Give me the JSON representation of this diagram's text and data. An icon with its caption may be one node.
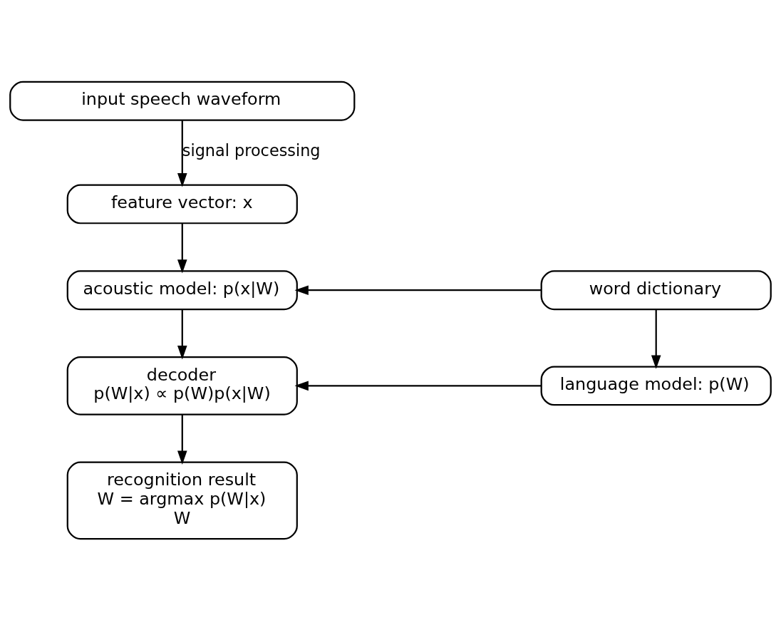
{
  "diagram": {
    "nodes": [
      {
        "text": [
          "input speech waveform"
        ]
      },
      {
        "text": [
          "feature vector: x"
        ]
      },
      {
        "text": [
          "acoustic model: p(x|W)"
        ]
      },
      {
        "text": [
          "word dictionary"
        ]
      },
      {
        "text": [
          "decoder",
          "p(W|x) ∝ p(W)p(x|W)"
        ]
      },
      {
        "text": [
          "language model: p(W)"
        ]
      },
      {
        "text": [
          "recognition result",
          "W = argmax p(W|x)",
          "W"
        ]
      }
    ],
    "edges": [
      {
        "from": 0,
        "to": 1,
        "arrow": "to",
        "label": "signal processing"
      },
      {
        "from": 1,
        "to": 2,
        "arrow": "to"
      },
      {
        "from": 3,
        "to": 2,
        "arrow": "to"
      },
      {
        "from": 2,
        "to": 4,
        "arrow": "to"
      },
      {
        "from": 3,
        "to": 5,
        "arrow": "to"
      },
      {
        "from": 5,
        "to": 4,
        "arrow": "to"
      },
      {
        "from": 4,
        "to": 6,
        "arrow": "to"
      }
    ]
  }
}
